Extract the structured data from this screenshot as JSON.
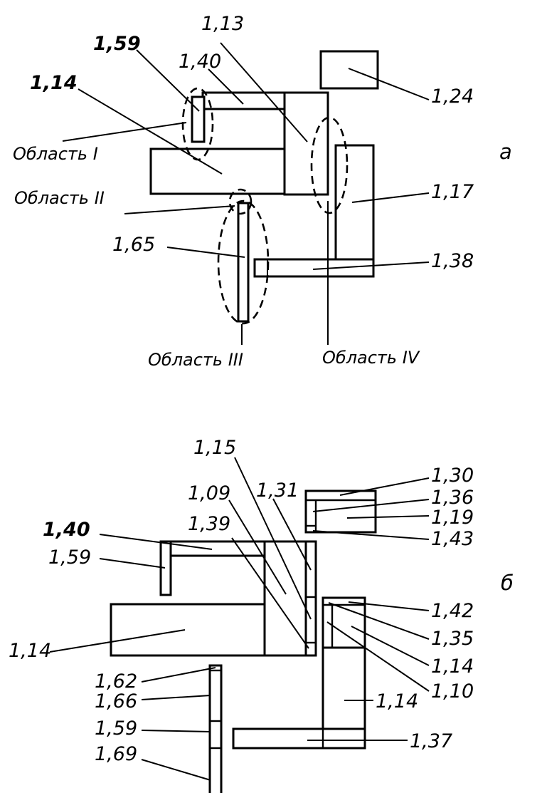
{
  "panel_a": {
    "panel_label": "а",
    "labels": {
      "v159": "1,59",
      "v113": "1,13",
      "v140": "1,40",
      "v114": "1,14",
      "v124": "1,24",
      "v117": "1,17",
      "v165": "1,65",
      "v138": "1,38"
    },
    "regions": {
      "r1": "Область I",
      "r2": "Область II",
      "r3": "Область III",
      "r4": "Область IV"
    }
  },
  "panel_b": {
    "panel_label": "б",
    "labels": {
      "v115": "1,15",
      "v130": "1,30",
      "v109": "1,09",
      "v131": "1,31",
      "v136": "1,36",
      "v119": "1,19",
      "v139": "1,39",
      "v143": "1,43",
      "v140": "1,40",
      "v159": "1,59",
      "v142": "1,42",
      "v135": "1,35",
      "v114_left": "1,14",
      "v114_right": "1,14",
      "v110": "1,10",
      "v114_low": "1,14",
      "v162": "1,62",
      "v166": "1,66",
      "v159_low": "1,59",
      "v169": "1,69",
      "v137": "1,37"
    }
  }
}
